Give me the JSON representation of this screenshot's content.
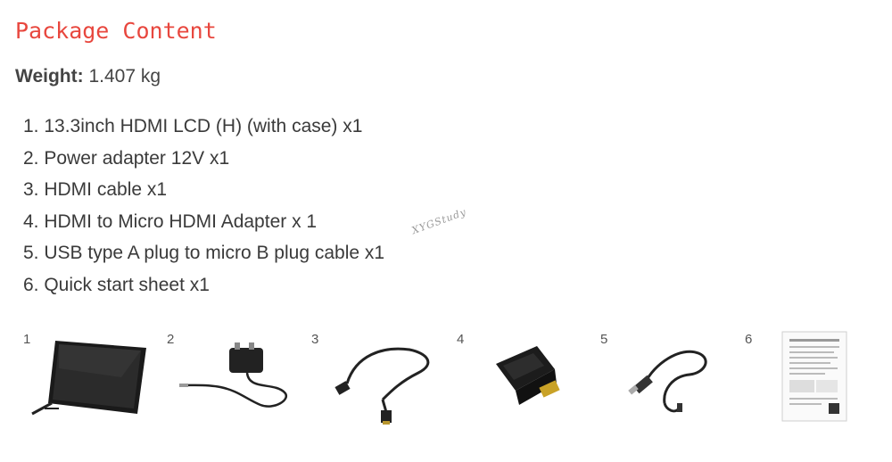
{
  "title": "Package Content",
  "weight": {
    "label": "Weight:",
    "value": "1.407 kg"
  },
  "items": [
    "1. 13.3inch HDMI LCD (H) (with case) x1",
    "2. Power adapter 12V x1",
    "3. HDMI cable x1",
    "4. HDMI to Micro HDMI Adapter x 1",
    "5. USB type A plug to micro B plug cable x1",
    "6. Quick start sheet x1"
  ],
  "watermark": "XYGStudy",
  "thumbnails": [
    {
      "number": "1",
      "icon": "lcd-screen-icon"
    },
    {
      "number": "2",
      "icon": "power-adapter-icon"
    },
    {
      "number": "3",
      "icon": "hdmi-cable-icon"
    },
    {
      "number": "4",
      "icon": "hdmi-adapter-icon"
    },
    {
      "number": "5",
      "icon": "usb-cable-icon"
    },
    {
      "number": "6",
      "icon": "quick-start-sheet-icon"
    }
  ],
  "colors": {
    "title": "#e8473e",
    "text": "#333333"
  }
}
